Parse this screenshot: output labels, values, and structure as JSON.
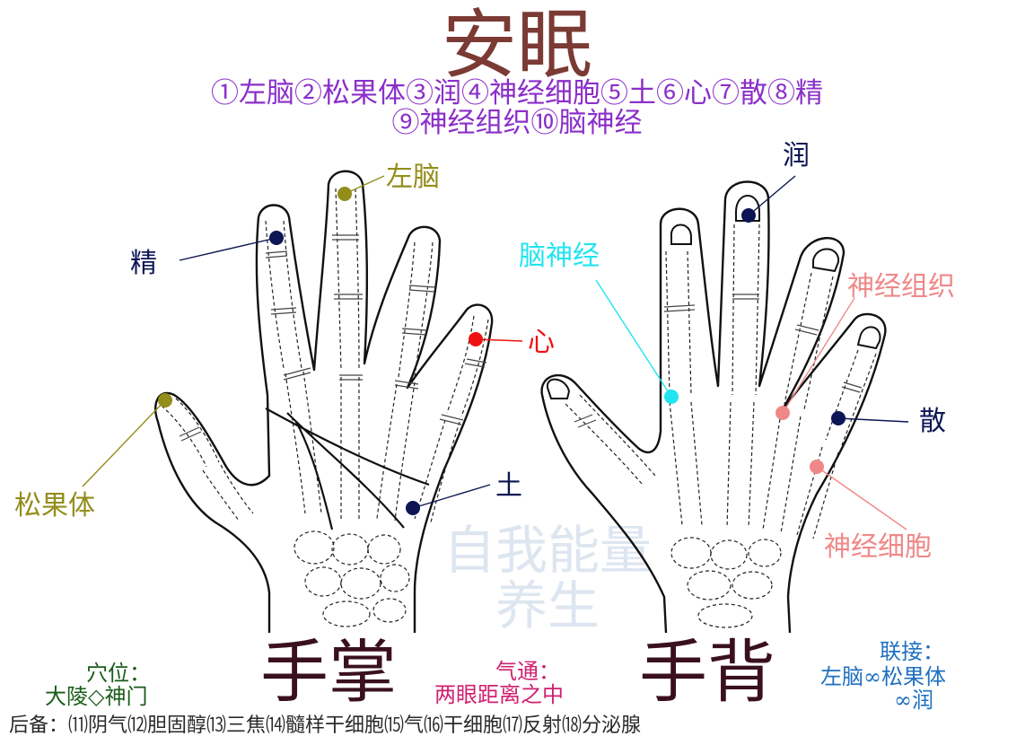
{
  "title": "安眠",
  "legend": {
    "line1": "①左脑②松果体③润④神经细胞⑤土⑥心⑦散⑧精",
    "line2": "⑨神经组织⑩脑神经"
  },
  "palm": {
    "title": "手掌",
    "labels": {
      "left_brain": "左脑",
      "jing": "精",
      "xin": "心",
      "pineal": "松果体",
      "tu": "土"
    }
  },
  "back": {
    "title": "手背",
    "labels": {
      "run": "润",
      "cranial_nerve": "脑神经",
      "nerve_tissue": "神经组织",
      "san": "散",
      "nerve_cell": "神经细胞"
    }
  },
  "watermark": {
    "line1": "自我能量",
    "line2": "养生"
  },
  "footer": {
    "acupoint_label": "穴位：",
    "acupoint_value": "大陵◇神门",
    "qi_label": "气通：",
    "qi_value": "两眼距离之中",
    "link_label": "联接：",
    "link_value_1": "左脑∞松果体",
    "link_value_2": "∞润",
    "notes": "后备：⑾阴气⑿胆固醇⒀三焦⒁髓样干细胞⒂气⒃干细胞⒄反射⒅分泌腺"
  },
  "colors": {
    "olive": "#938d1a",
    "navy": "#0d1554",
    "red": "#ee1111",
    "cyan": "#22e4f0",
    "salmon": "#f08888",
    "title": "#7b3a34",
    "legend": "#8b2fc9"
  }
}
